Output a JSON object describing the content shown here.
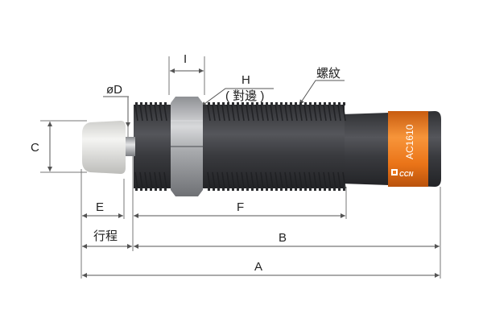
{
  "labels": {
    "I": "I",
    "H": "H",
    "across_flats": "( 對邊 )",
    "thread": "螺紋",
    "phiD": "øD",
    "C": "C",
    "E": "E",
    "F": "F",
    "stroke": "行程",
    "B": "B",
    "A": "A"
  },
  "product": {
    "model": "AC1610",
    "brand": "CCN"
  },
  "colors": {
    "body_dark": "#3f4044",
    "thread": "#4a4b4f",
    "orange_band": "#f07a1e",
    "nut_steel": "#b9bbbe",
    "cap_white": "#e9e9e6",
    "dimension_line": "#555555"
  }
}
